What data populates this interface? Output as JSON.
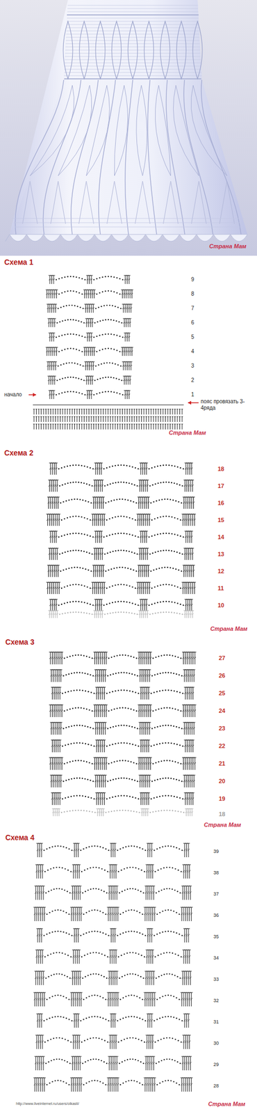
{
  "diagram": {
    "labels": [
      "Страна Мам",
      "Схема 1",
      "9",
      "8",
      "7",
      "6",
      "5",
      "4",
      "3",
      "2",
      "1",
      "начало",
      "пояс провязать 3-4ряда",
      "Страна Мам",
      "Схема 2",
      "18",
      "17",
      "16",
      "15",
      "14",
      "13",
      "12",
      "11",
      "10",
      "Страна Мам",
      "Схема 3",
      "27",
      "26",
      "25",
      "24",
      "23",
      "22",
      "21",
      "20",
      "19",
      "18",
      "Страна Мам",
      "Схема 4",
      "39",
      "38",
      "37",
      "36",
      "35",
      "34",
      "33",
      "32",
      "31",
      "30",
      "29",
      "28",
      "http://www.liveinternet.ru/users/olkasti/",
      "Страна Мам"
    ]
  }
}
